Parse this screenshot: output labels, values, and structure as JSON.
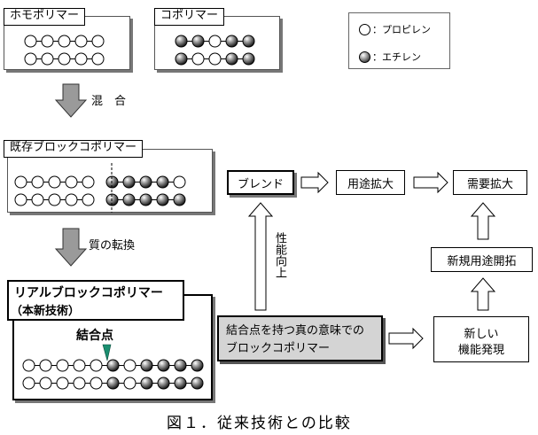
{
  "homo": {
    "label": "ホモポリマー",
    "rows": [
      [
        "p",
        "p",
        "p",
        "p",
        "p"
      ],
      [
        "p",
        "p",
        "p",
        "p",
        "p"
      ]
    ]
  },
  "co": {
    "label": "コポリマー",
    "rows": [
      [
        "e",
        "e",
        "p",
        "e",
        "e"
      ],
      [
        "e",
        "p",
        "p",
        "e",
        "e"
      ]
    ]
  },
  "legend": {
    "propylene": "：プロピレン",
    "ethylene": "：エチレン"
  },
  "step1": "混　合",
  "existing": {
    "label": "既存ブロックコポリマー",
    "rows": [
      [
        "p",
        "p",
        "p",
        "p",
        "p",
        "|",
        "e",
        "e",
        "e",
        "e",
        "p"
      ],
      [
        "p",
        "p",
        "p",
        "p",
        "p",
        "|",
        "e",
        "e",
        "e",
        "e",
        "e"
      ]
    ]
  },
  "step2": "質の転換",
  "real": {
    "title": "リアルブロックコポリマー",
    "subtitle": "（本新技術）",
    "point": "結合点",
    "rows": [
      [
        "p",
        "p",
        "p",
        "p",
        "p",
        "e",
        "p",
        "e",
        "e",
        "e",
        "e"
      ],
      [
        "p",
        "p",
        "p",
        "p",
        "p",
        "e",
        "p",
        "e",
        "e",
        "e",
        "e"
      ]
    ]
  },
  "flow": {
    "blend": "ブレンド",
    "expand_use": "用途拡大",
    "expand_demand": "需要拡大",
    "perf_up": "性能向上",
    "new_use": "新規用途開拓",
    "new_func_1": "新しい",
    "new_func_2": "機能発現",
    "meaning": "結合点を持つ真の意味でのブロックコポリマー"
  },
  "caption": "図１．従来技術との比較"
}
